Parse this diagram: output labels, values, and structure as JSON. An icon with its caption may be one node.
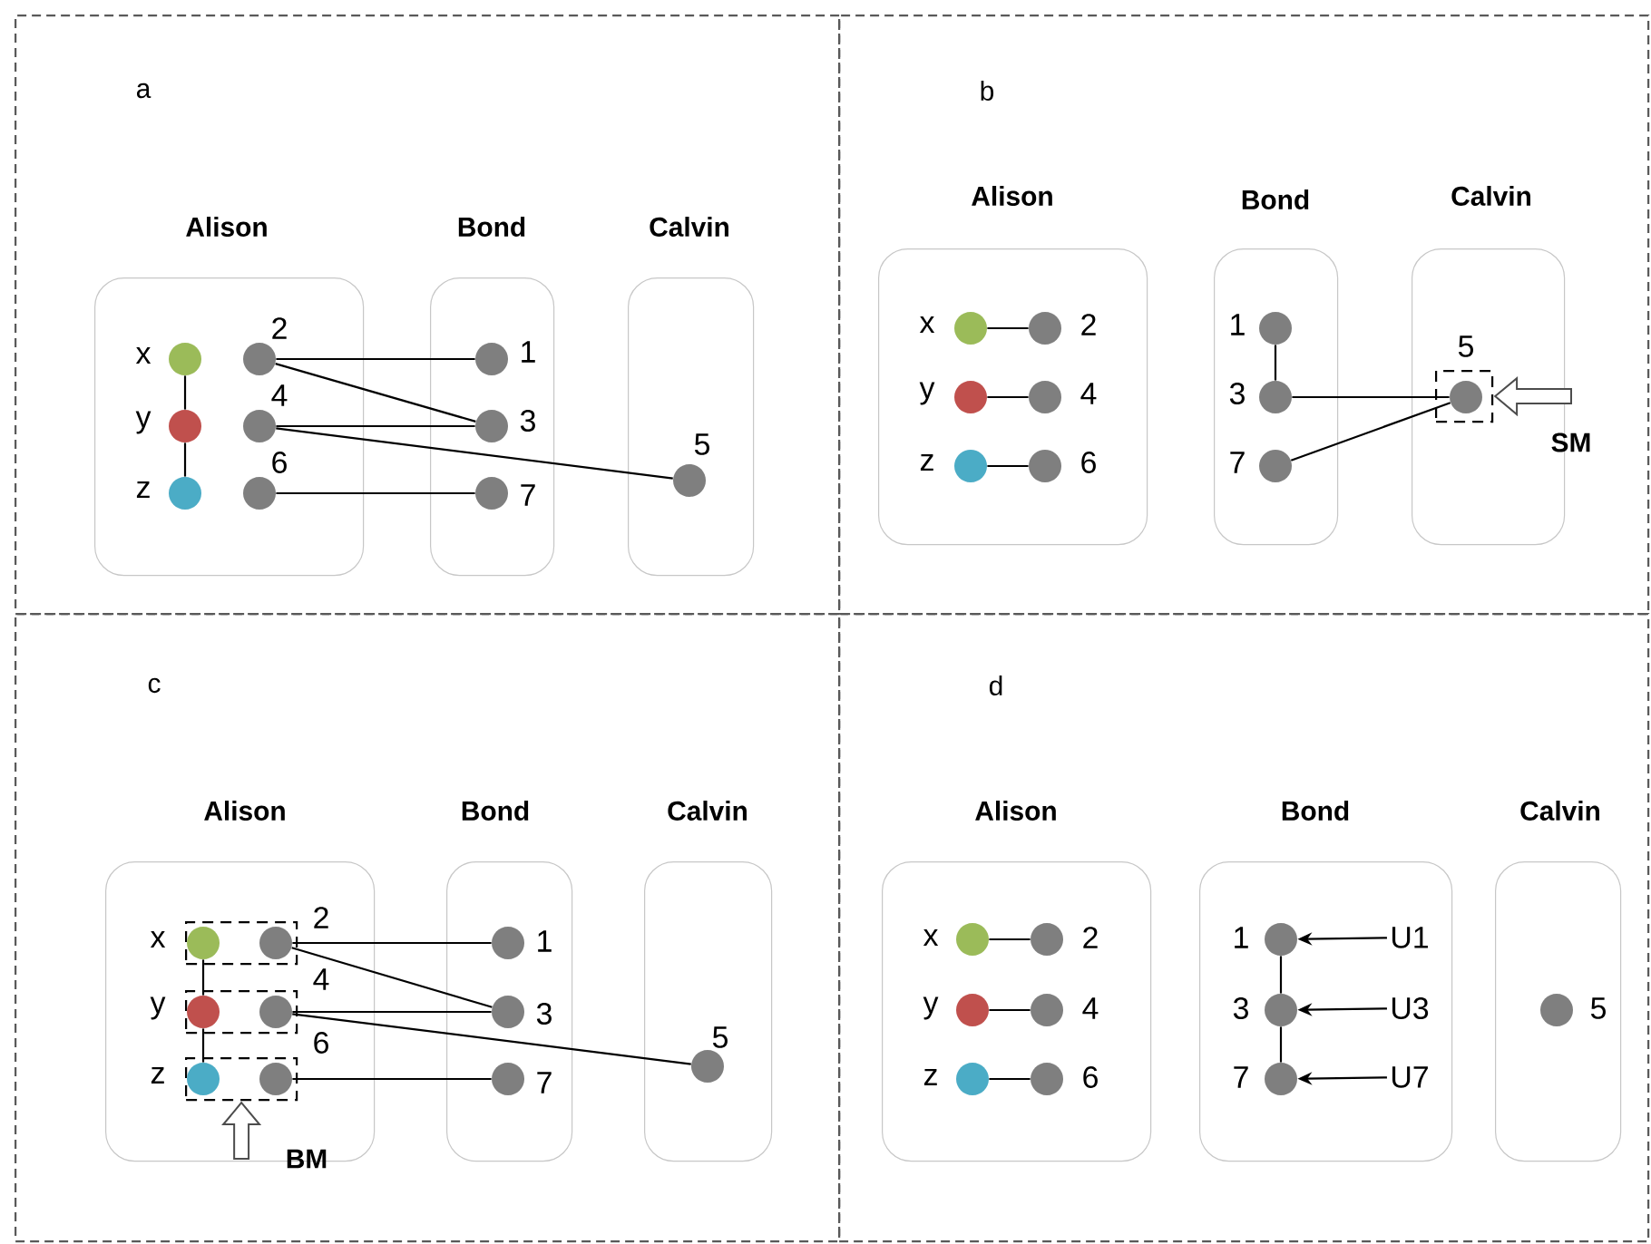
{
  "diagram": {
    "nodes": [
      {
        "text": [
          "a"
        ]
      },
      {
        "text": [
          "Alison"
        ],
        "in": 0
      },
      {
        "text": [
          "Bond"
        ],
        "in": 0
      },
      {
        "text": [
          "Calvin"
        ],
        "in": 0
      },
      {
        "text": [],
        "shape": "circle",
        "beside": [
          "x"
        ],
        "in": 1
      },
      {
        "text": [],
        "shape": "circle",
        "beside": [
          "y"
        ],
        "in": 1
      },
      {
        "text": [],
        "shape": "circle",
        "beside": [
          "z"
        ],
        "in": 1
      },
      {
        "text": [],
        "shape": "circle",
        "beside": [
          "2"
        ],
        "in": 1
      },
      {
        "text": [],
        "shape": "circle",
        "beside": [
          "4"
        ],
        "in": 1
      },
      {
        "text": [],
        "shape": "circle",
        "beside": [
          "6"
        ],
        "in": 1
      },
      {
        "text": [],
        "shape": "circle",
        "beside": [
          "1"
        ],
        "in": 2
      },
      {
        "text": [],
        "shape": "circle",
        "beside": [
          "3"
        ],
        "in": 2
      },
      {
        "text": [],
        "shape": "circle",
        "beside": [
          "7"
        ],
        "in": 2
      },
      {
        "text": [],
        "shape": "circle",
        "beside": [
          "5"
        ],
        "in": 3
      },
      {
        "text": [
          "b"
        ]
      },
      {
        "text": [
          "Alison"
        ],
        "in": 14
      },
      {
        "text": [
          "Bond"
        ],
        "in": 14
      },
      {
        "text": [
          "Calvin"
        ],
        "in": 14
      },
      {
        "text": [],
        "shape": "circle",
        "beside": [
          "x"
        ],
        "in": 15
      },
      {
        "text": [],
        "shape": "circle",
        "beside": [
          "y"
        ],
        "in": 15
      },
      {
        "text": [],
        "shape": "circle",
        "beside": [
          "z"
        ],
        "in": 15
      },
      {
        "text": [],
        "shape": "circle",
        "beside": [
          "2"
        ],
        "in": 15
      },
      {
        "text": [],
        "shape": "circle",
        "beside": [
          "4"
        ],
        "in": 15
      },
      {
        "text": [],
        "shape": "circle",
        "beside": [
          "6"
        ],
        "in": 15
      },
      {
        "text": [],
        "shape": "circle",
        "beside": [
          "1"
        ],
        "in": 16
      },
      {
        "text": [],
        "shape": "circle",
        "beside": [
          "3"
        ],
        "in": 16
      },
      {
        "text": [],
        "shape": "circle",
        "beside": [
          "7"
        ],
        "in": 16
      },
      {
        "text": [],
        "shape": "box",
        "in": 17
      },
      {
        "text": [],
        "shape": "circle",
        "beside": [
          "5"
        ],
        "in": 27
      },
      {
        "text": [
          "SM"
        ],
        "in": 14
      },
      {
        "text": [
          "c"
        ]
      },
      {
        "text": [
          "Alison"
        ],
        "in": 30
      },
      {
        "text": [
          "Bond"
        ],
        "in": 30
      },
      {
        "text": [
          "Calvin"
        ],
        "in": 30
      },
      {
        "text": [],
        "shape": "box",
        "in": 31
      },
      {
        "text": [],
        "shape": "box",
        "in": 31
      },
      {
        "text": [],
        "shape": "box",
        "in": 31
      },
      {
        "text": [],
        "shape": "circle",
        "beside": [
          "x"
        ],
        "in": 34
      },
      {
        "text": [],
        "shape": "circle",
        "beside": [
          "2"
        ],
        "in": 34
      },
      {
        "text": [],
        "shape": "circle",
        "beside": [
          "y"
        ],
        "in": 35
      },
      {
        "text": [],
        "shape": "circle",
        "beside": [
          "4"
        ],
        "in": 35
      },
      {
        "text": [],
        "shape": "circle",
        "beside": [
          "z"
        ],
        "in": 36
      },
      {
        "text": [],
        "shape": "circle",
        "beside": [
          "6"
        ],
        "in": 36
      },
      {
        "text": [],
        "shape": "circle",
        "beside": [
          "1"
        ],
        "in": 32
      },
      {
        "text": [],
        "shape": "circle",
        "beside": [
          "3"
        ],
        "in": 32
      },
      {
        "text": [],
        "shape": "circle",
        "beside": [
          "7"
        ],
        "in": 32
      },
      {
        "text": [],
        "shape": "circle",
        "beside": [
          "5"
        ],
        "in": 33
      },
      {
        "text": [
          "BM"
        ],
        "in": 30
      },
      {
        "text": [
          "d"
        ]
      },
      {
        "text": [
          "Alison"
        ],
        "in": 48
      },
      {
        "text": [
          "Bond"
        ],
        "in": 48
      },
      {
        "text": [
          "Calvin"
        ],
        "in": 48
      },
      {
        "text": [],
        "shape": "circle",
        "beside": [
          "x"
        ],
        "in": 49
      },
      {
        "text": [],
        "shape": "circle",
        "beside": [
          "y"
        ],
        "in": 49
      },
      {
        "text": [],
        "shape": "circle",
        "beside": [
          "z"
        ],
        "in": 49
      },
      {
        "text": [],
        "shape": "circle",
        "beside": [
          "2"
        ],
        "in": 49
      },
      {
        "text": [],
        "shape": "circle",
        "beside": [
          "4"
        ],
        "in": 49
      },
      {
        "text": [],
        "shape": "circle",
        "beside": [
          "6"
        ],
        "in": 49
      },
      {
        "text": [],
        "shape": "circle",
        "beside": [
          "1"
        ],
        "in": 50
      },
      {
        "text": [],
        "shape": "circle",
        "beside": [
          "3"
        ],
        "in": 50
      },
      {
        "text": [],
        "shape": "circle",
        "beside": [
          "7"
        ],
        "in": 50
      },
      {
        "text": [
          "U1"
        ],
        "in": 50
      },
      {
        "text": [
          "U3"
        ],
        "in": 50
      },
      {
        "text": [
          "U7"
        ],
        "in": 50
      },
      {
        "text": [],
        "shape": "circle",
        "beside": [
          "5"
        ],
        "in": 51
      }
    ],
    "edges": [
      {
        "from": 4,
        "to": 5,
        "arrow": "none"
      },
      {
        "from": 5,
        "to": 6,
        "arrow": "none"
      },
      {
        "from": 7,
        "to": 10,
        "arrow": "none"
      },
      {
        "from": 7,
        "to": 11,
        "arrow": "none"
      },
      {
        "from": 8,
        "to": 11,
        "arrow": "none"
      },
      {
        "from": 8,
        "to": 13,
        "arrow": "none"
      },
      {
        "from": 9,
        "to": 12,
        "arrow": "none"
      },
      {
        "from": 18,
        "to": 21,
        "arrow": "none"
      },
      {
        "from": 19,
        "to": 22,
        "arrow": "none"
      },
      {
        "from": 20,
        "to": 23,
        "arrow": "none"
      },
      {
        "from": 24,
        "to": 25,
        "arrow": "none"
      },
      {
        "from": 25,
        "to": 28,
        "arrow": "none"
      },
      {
        "from": 26,
        "to": 28,
        "arrow": "none"
      },
      {
        "from": 29,
        "to": 27,
        "arrow": "to",
        "style": "thick"
      },
      {
        "from": 37,
        "to": 39,
        "arrow": "none"
      },
      {
        "from": 39,
        "to": 41,
        "arrow": "none"
      },
      {
        "from": 38,
        "to": 43,
        "arrow": "none"
      },
      {
        "from": 38,
        "to": 44,
        "arrow": "none"
      },
      {
        "from": 40,
        "to": 44,
        "arrow": "none"
      },
      {
        "from": 40,
        "to": 46,
        "arrow": "none"
      },
      {
        "from": 42,
        "to": 45,
        "arrow": "none"
      },
      {
        "from": 47,
        "to": 36,
        "arrow": "to",
        "style": "thick"
      },
      {
        "from": 52,
        "to": 55,
        "arrow": "none"
      },
      {
        "from": 53,
        "to": 56,
        "arrow": "none"
      },
      {
        "from": 54,
        "to": 57,
        "arrow": "none"
      },
      {
        "from": 58,
        "to": 59,
        "arrow": "none"
      },
      {
        "from": 59,
        "to": 60,
        "arrow": "none"
      },
      {
        "from": 61,
        "to": 58,
        "arrow": "to"
      },
      {
        "from": 62,
        "to": 59,
        "arrow": "to"
      },
      {
        "from": 63,
        "to": 60,
        "arrow": "to"
      }
    ]
  }
}
